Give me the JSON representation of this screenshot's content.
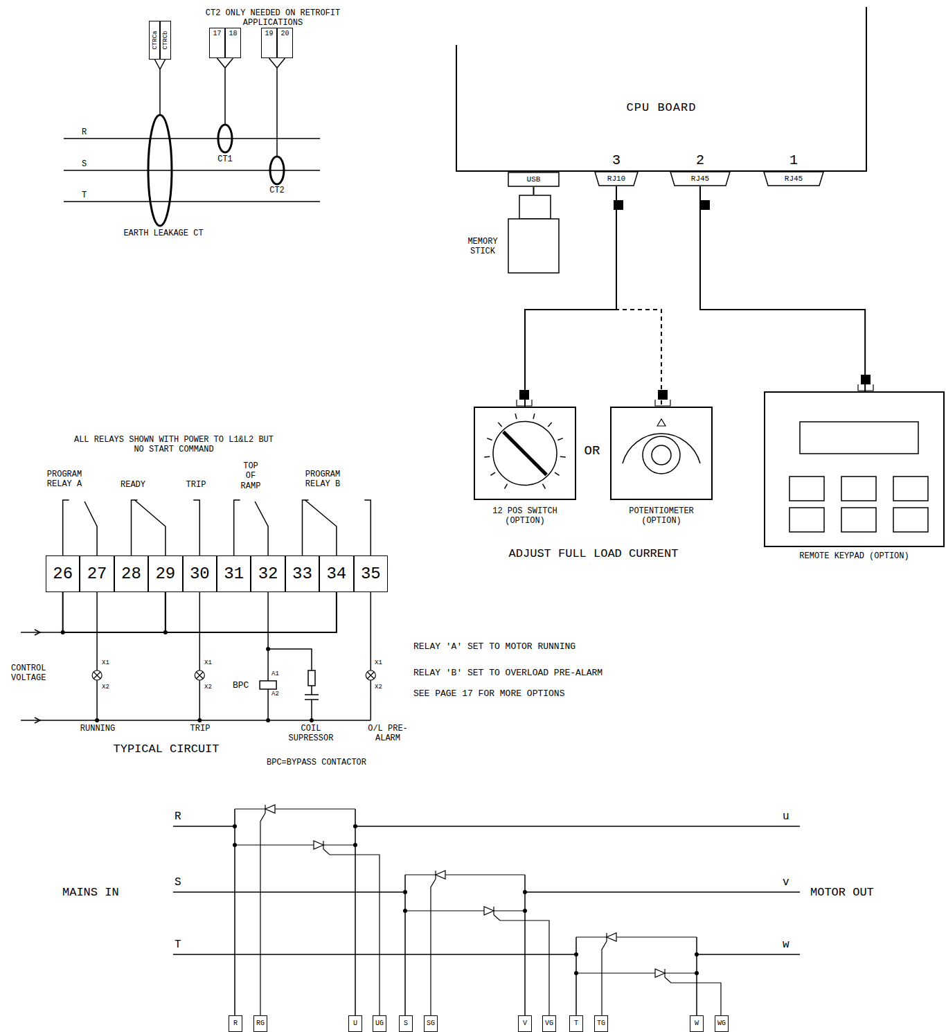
{
  "diagram": {
    "nodes": [
      {
        "text": [
          "CTRCa"
        ]
      },
      {
        "text": [
          "CTRCb"
        ]
      },
      {
        "text": [
          "17"
        ]
      },
      {
        "text": [
          "18"
        ]
      },
      {
        "text": [
          "19"
        ]
      },
      {
        "text": [
          "20"
        ]
      },
      {
        "text": [
          "CPU BOARD"
        ]
      },
      {
        "text": [
          "USB"
        ]
      },
      {
        "text": [
          "3",
          "RJ10"
        ]
      },
      {
        "text": [
          "2",
          "RJ45"
        ]
      },
      {
        "text": [
          "1",
          "RJ45"
        ]
      },
      {
        "text": [
          "MEMORY STICK"
        ]
      },
      {
        "text": [
          "12 POS SWITCH (OPTION)"
        ]
      },
      {
        "text": [
          "POTENTIOMETER (OPTION)"
        ]
      },
      {
        "text": [
          "REMOTE KEYPAD (OPTION)"
        ]
      },
      {
        "text": [
          "26"
        ]
      },
      {
        "text": [
          "27"
        ]
      },
      {
        "text": [
          "28"
        ]
      },
      {
        "text": [
          "29"
        ]
      },
      {
        "text": [
          "30"
        ]
      },
      {
        "text": [
          "31"
        ]
      },
      {
        "text": [
          "32"
        ]
      },
      {
        "text": [
          "33"
        ]
      },
      {
        "text": [
          "34"
        ]
      },
      {
        "text": [
          "35"
        ]
      },
      {
        "text": [
          "R"
        ]
      },
      {
        "text": [
          "RG"
        ]
      },
      {
        "text": [
          "U"
        ]
      },
      {
        "text": [
          "UG"
        ]
      },
      {
        "text": [
          "S"
        ]
      },
      {
        "text": [
          "SG"
        ]
      },
      {
        "text": [
          "V"
        ]
      },
      {
        "text": [
          "VG"
        ]
      },
      {
        "text": [
          "T"
        ]
      },
      {
        "text": [
          "TG"
        ]
      },
      {
        "text": [
          "W"
        ]
      },
      {
        "text": [
          "WG"
        ]
      }
    ],
    "edges": [
      {
        "from": 7,
        "to": 11,
        "arrow": "none"
      },
      {
        "from": 8,
        "to": 12,
        "arrow": "none"
      },
      {
        "from": 8,
        "to": 13,
        "arrow": "none"
      },
      {
        "from": 9,
        "to": 14,
        "arrow": "none"
      },
      {
        "from": 15,
        "to": 18,
        "arrow": "none"
      },
      {
        "from": 18,
        "to": 23,
        "arrow": "none"
      }
    ],
    "labels": [
      "CT2 ONLY NEEDED ON RETROFIT APPLICATIONS",
      "R",
      "S",
      "T",
      "CT1",
      "CT2",
      "EARTH LEAKAGE CT",
      "ALL RELAYS SHOWN WITH POWER TO L1&L2 BUT NO START COMMAND",
      "PROGRAM RELAY A",
      "READY",
      "TRIP",
      "TOP OF RAMP",
      "PROGRAM RELAY B",
      "CONTROL VOLTAGE",
      "X1",
      "X2",
      "X1",
      "X2",
      "X1",
      "X2",
      "BPC",
      "A1",
      "A2",
      "RUNNING",
      "TRIP",
      "COIL SUPRESSOR",
      "O/L PRE-ALARM",
      "TYPICAL CIRCUIT",
      "BPC=BYPASS CONTACTOR",
      "RELAY 'A' SET TO MOTOR RUNNING",
      "RELAY 'B' SET TO OVERLOAD PRE-ALARM",
      "SEE PAGE 17 FOR MORE OPTIONS",
      "OR",
      "ADJUST FULL LOAD CURRENT",
      "MAINS IN",
      "R",
      "S",
      "T",
      "u",
      "v",
      "w",
      "MOTOR OUT"
    ]
  }
}
